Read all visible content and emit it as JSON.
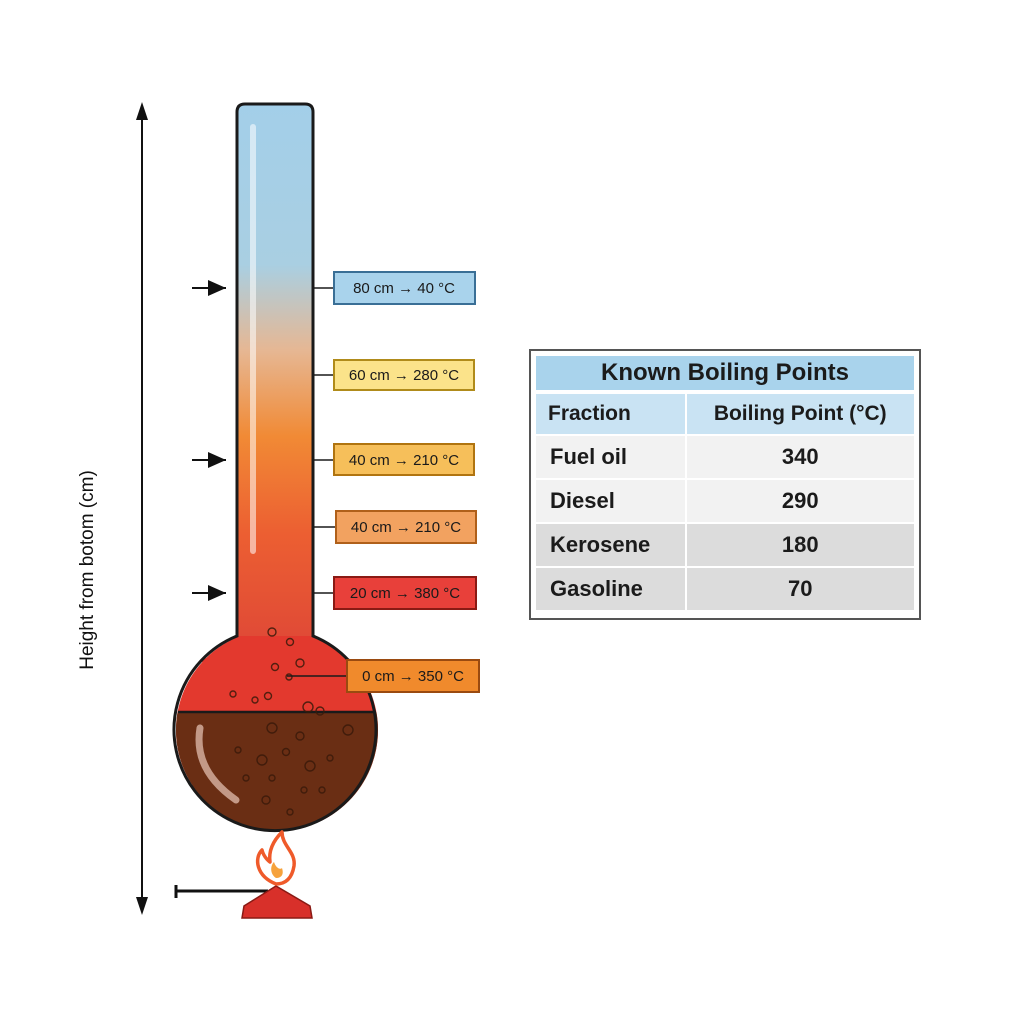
{
  "axis": {
    "label": "Height from botom (cm)"
  },
  "tags": [
    {
      "text": "80 cm → 40 °C",
      "fill": "#a9d3ec",
      "stroke": "#3a6f96"
    },
    {
      "text": "60 cm → 280 °C",
      "fill": "#fbe38a",
      "stroke": "#b08b1a"
    },
    {
      "text": "40 cm → 210 °C",
      "fill": "#f6bf5a",
      "stroke": "#b07410"
    },
    {
      "text": "40 cm → 210 °C",
      "fill": "#f2a260",
      "stroke": "#b0601a"
    },
    {
      "text": "20 cm → 380 °C",
      "fill": "#e8403a",
      "stroke": "#8a1a14"
    },
    {
      "text": "0 cm → 350 °C",
      "fill": "#f08a2c",
      "stroke": "#9a4a10"
    }
  ],
  "table": {
    "title": "Known Boiling Points",
    "headers": [
      "Fraction",
      "Boiling Point (°C)"
    ],
    "rows": [
      {
        "fraction": "Fuel oil",
        "bp": "340"
      },
      {
        "fraction": "Diesel",
        "bp": "290"
      },
      {
        "fraction": "Kerosene",
        "bp": "180"
      },
      {
        "fraction": "Gasoline",
        "bp": "70"
      }
    ]
  },
  "colors": {
    "column_top": "#a3cfe9",
    "column_bottom": "#e04a36",
    "crude_oil": "#6a2e14",
    "flame": "#ef5a2a",
    "burner": "#d8302a"
  }
}
